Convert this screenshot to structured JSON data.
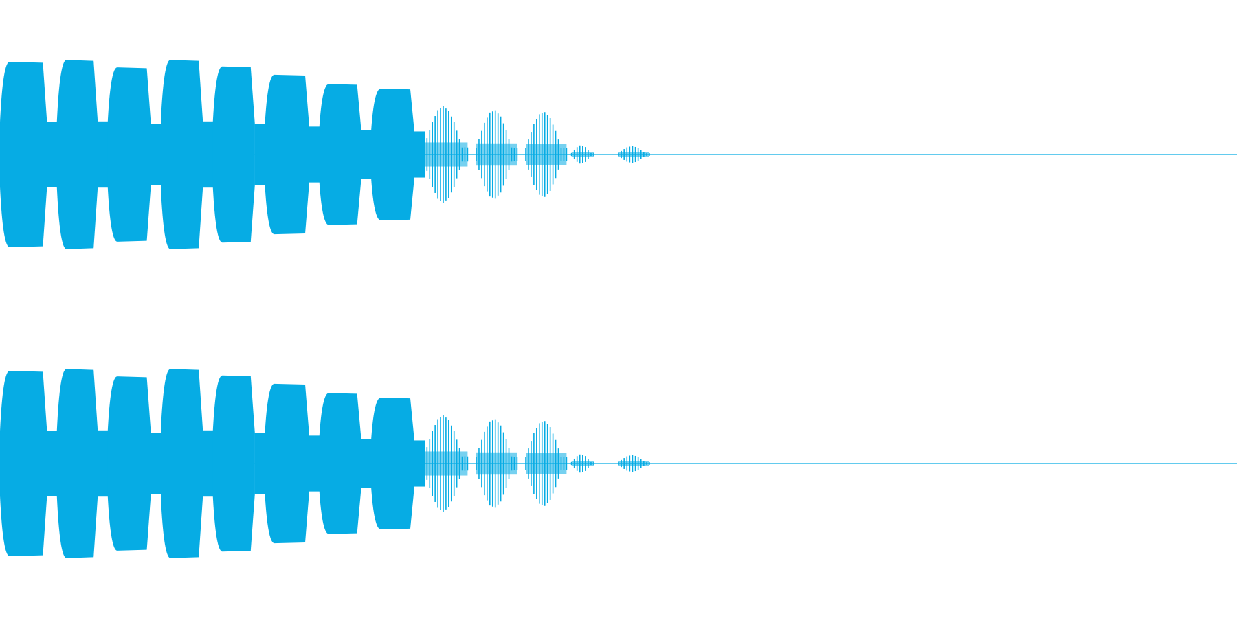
{
  "waveform": {
    "color": "#06ace4",
    "background": "#ffffff",
    "channels": [
      {
        "channel": "left"
      },
      {
        "channel": "right"
      }
    ],
    "envelope": [
      {
        "start": 0.0,
        "end": 0.038,
        "peak": 1.0,
        "dense": true
      },
      {
        "start": 0.046,
        "end": 0.079,
        "peak": 1.02,
        "dense": true
      },
      {
        "start": 0.087,
        "end": 0.122,
        "peak": 0.94,
        "dense": true
      },
      {
        "start": 0.13,
        "end": 0.164,
        "peak": 1.02,
        "dense": true
      },
      {
        "start": 0.172,
        "end": 0.206,
        "peak": 0.95,
        "dense": true
      },
      {
        "start": 0.214,
        "end": 0.25,
        "peak": 0.86,
        "dense": true
      },
      {
        "start": 0.258,
        "end": 0.292,
        "peak": 0.76,
        "dense": true
      },
      {
        "start": 0.3,
        "end": 0.335,
        "peak": 0.71,
        "dense": true
      },
      {
        "start": 0.343,
        "end": 0.378,
        "peak": 0.52,
        "dense": false
      },
      {
        "start": 0.385,
        "end": 0.418,
        "peak": 0.48,
        "dense": false
      },
      {
        "start": 0.425,
        "end": 0.458,
        "peak": 0.46,
        "dense": false
      },
      {
        "start": 0.462,
        "end": 0.48,
        "peak": 0.1,
        "dense": false
      },
      {
        "start": 0.5,
        "end": 0.525,
        "peak": 0.09,
        "dense": false
      }
    ]
  }
}
